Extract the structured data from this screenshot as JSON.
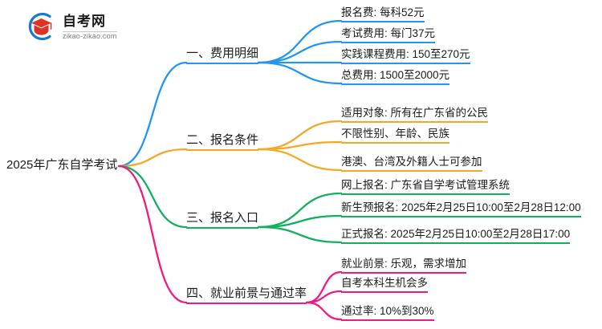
{
  "logo": {
    "name": "自考网",
    "domain": "zikao-zikao.com",
    "mark_colors": {
      "arc": "#1878d0",
      "cap": "#e03127"
    }
  },
  "mindmap": {
    "type": "mindmap",
    "root": {
      "label": "2025年广东自学考试"
    },
    "colors": {
      "blue": "#2196f3",
      "orange": "#f2a929",
      "green": "#12b05e",
      "pink": "#f01b7e"
    },
    "branches": [
      {
        "label": "一、费用明细",
        "color": "#2196f3",
        "color_name": "blue",
        "children": [
          {
            "label": "报名费: 每科52元"
          },
          {
            "label": "考试费用: 每门37元"
          },
          {
            "label": "实践课程费用: 150至270元"
          },
          {
            "label": "总费用: 1500至2000元"
          }
        ]
      },
      {
        "label": "二、报名条件",
        "color": "#f2a929",
        "color_name": "orange",
        "children": [
          {
            "label": "适用对象: 所有在广东省的公民"
          },
          {
            "label": "不限性别、年龄、民族"
          },
          {
            "label": "港澳、台湾及外籍人士可参加"
          }
        ]
      },
      {
        "label": "三、报名入口",
        "color": "#12b05e",
        "color_name": "green",
        "children": [
          {
            "label": "网上报名: 广东省自学考试管理系统"
          },
          {
            "label": "新生预报名: 2025年2月25日10:00至2月28日12:00"
          },
          {
            "label": "正式报名: 2025年2月25日10:00至2月28日17:00"
          }
        ]
      },
      {
        "label": "四、就业前景与通过率",
        "color": "#f01b7e",
        "color_name": "pink",
        "children": [
          {
            "label": "就业前景: 乐观，需求增加"
          },
          {
            "label": "自考本科生机会多"
          },
          {
            "label": "通过率: 10%到30%"
          }
        ]
      }
    ]
  }
}
